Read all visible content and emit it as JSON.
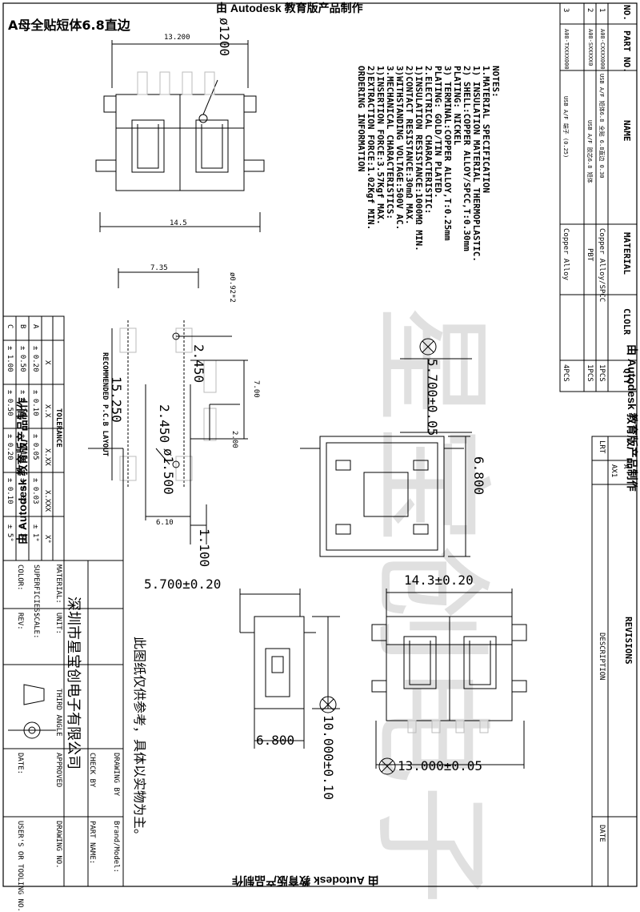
{
  "title": "A母全贴短体6.8直边",
  "watermark": "由 Autodesk 教育版产品制作",
  "ghost_text": "星宝创电子",
  "company": "深圳市星宝创电子有限公司",
  "disclaimer": "此图纸仅供参考，具体以实物为主。",
  "dims_top": {
    "width": "13.200",
    "hole": "ø1200",
    "overall": "14.5"
  },
  "dims_pcb": {
    "d1": "7.35",
    "d2": "ø0.92*2",
    "d3": "2.450",
    "d4": "15.250",
    "d5": "2.450",
    "d6": "ø1.500",
    "d7": "7.00",
    "d8": "2.00",
    "d9": "6.10",
    "d10": "1.100",
    "layout": "RECOMMENDED P.C.B LAYOUT"
  },
  "dims_side": {
    "a": "5.700±0.05",
    "b": "6.800"
  },
  "dims_front": {
    "a": "5.700±0.20",
    "b": "14.3±0.20",
    "c": "6.800",
    "d": "10.000±0.10",
    "e": "13.000±0.05"
  },
  "notes": [
    "NOTES:",
    "1.MATERIAL SPECIFICATION",
    "  1) INSULATION MATERIAL THERMOPLASTIC.",
    "  2) SHELL:COPPER ALLOY/SPCC,T:0.30mm",
    "     PLATING: NICKEL",
    "  3) TERMINAL:COPPER ALLOY,T:0.25mm",
    "     PLATING: GOLD/TIN PLATED.",
    "2.ELECTRICAL CHARACTERISTIC:",
    "  1)INSULATION RESISTANCE:1000MΩ MIN.",
    "  2)CONTACT RESISTANCE:30mΩ MAX.",
    "  3)WITHSTANDING VOLTAGE:500V AC.",
    "3.MECHANICAL CHARACTERISTICS:",
    "  1)INSERTION FORCE:3.57Kgf MAX.",
    "  2)EXTRACTION FORCE:1.02Kgf MIN.",
    "ORDERING INFORMATION"
  ],
  "bom": {
    "headers": [
      "NO.",
      "PART NO.",
      "NAME",
      "MATERIAL",
      "CLOLR",
      "QTY"
    ],
    "rows": [
      [
        "1",
        "A08-CXXXX000",
        "USB A/F 短体6.8 全贴 6.8直边 0.30",
        "Copper Alloy/SPCC",
        "",
        "1PCS"
      ],
      [
        "2",
        "A08-SXXXXX0",
        "USB A/F 胶芯6.8 短体",
        "PBT",
        "",
        "1PCS"
      ],
      [
        "3",
        "A08-TXXXX000",
        "USB A/F 端子 (0.25)",
        "Copper Alloy",
        "",
        "4PCS"
      ]
    ]
  },
  "revisions": {
    "title": "REVISIONS",
    "headers": [
      "LRT",
      "DESCRIPTION",
      "DATE"
    ],
    "rows": [
      [
        "AX1",
        "",
        ""
      ],
      [
        "A",
        "",
        ""
      ]
    ]
  },
  "tolerance": {
    "title": "TOLERANCE",
    "headers": [
      "",
      "X",
      "X.X",
      "X.XX",
      "X.XXX",
      "X°"
    ],
    "rows": [
      [
        "A",
        "± 0.20",
        "± 0.10",
        "± 0.05",
        "± 0.03",
        "± 1°"
      ],
      [
        "B",
        "± 0.50",
        "± 0.20",
        "± 0.10",
        "± 0.05",
        "± 2°"
      ],
      [
        "C",
        "± 1.00",
        "± 0.50",
        "± 0.20",
        "± 0.10",
        "± 5°"
      ]
    ]
  },
  "titleblock": {
    "material": "MATERIAL:",
    "unit": "UNIT:",
    "superficies": "SUPERFICIES:",
    "scale": "SCALE:",
    "color": "COLOR:",
    "rev": "REV:",
    "angle": "THIRD ANGLE",
    "drawing_by": "DRAWING BY",
    "brand": "Brand/Model:",
    "check_by": "CHECK BY",
    "part_name": "PART NAME:",
    "approved": "APPROVED",
    "drawing_no": "DRAWING NO.",
    "date": "DATE:",
    "tooling": "USER'S OR TOOLING NO."
  }
}
